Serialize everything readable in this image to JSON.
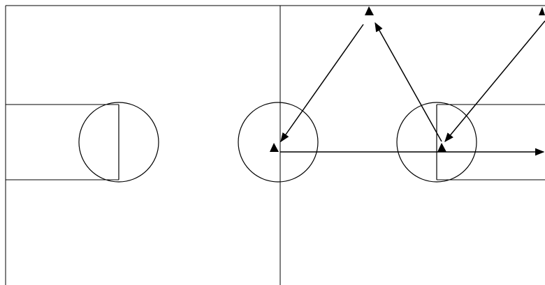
{
  "diagram": {
    "colors": {
      "background": "#ffffff",
      "stroke": "#000000",
      "arrowhead": "#000000"
    },
    "elements": [
      {
        "kind": "frame-border"
      },
      {
        "kind": "center-divider"
      },
      {
        "kind": "left-band"
      },
      {
        "kind": "left-circle"
      },
      {
        "kind": "center-circle"
      },
      {
        "kind": "right-band"
      },
      {
        "kind": "right-circle"
      },
      {
        "kind": "horizontal-arrow"
      },
      {
        "kind": "diagonal-arrows"
      },
      {
        "kind": "triangle-markers"
      }
    ]
  }
}
